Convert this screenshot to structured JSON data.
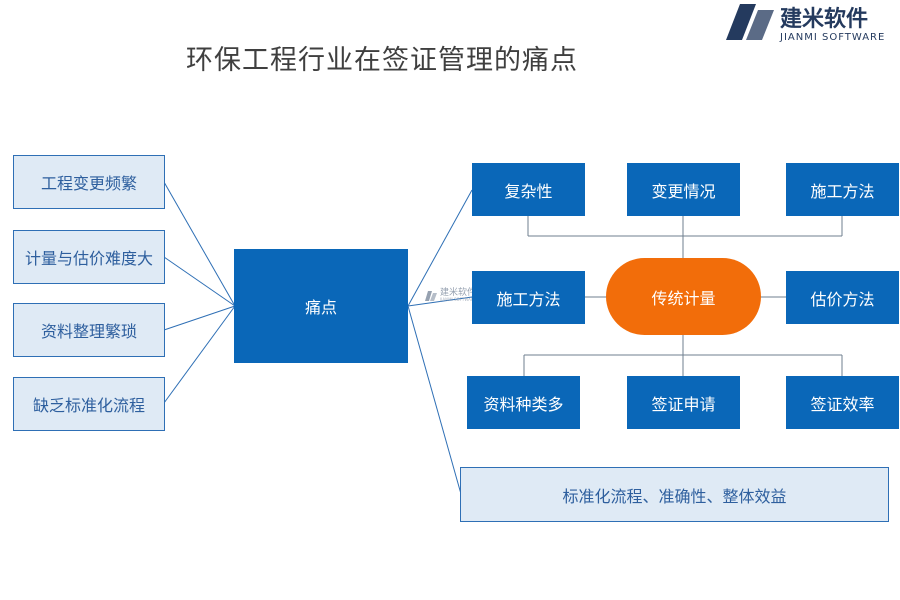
{
  "title": "环保工程行业在签证管理的痛点",
  "logo": {
    "cn": "建米软件",
    "en": "JIANMI SOFTWARE",
    "icon": "jianmi-logo-icon"
  },
  "watermark": {
    "cn": "建米软件",
    "en": "JIANMI SOFTWARE"
  },
  "left_items": [
    "工程变更频繁",
    "计量与估价难度大",
    "资料整理繁琐",
    "缺乏标准化流程"
  ],
  "center": "痛点",
  "right": {
    "top": [
      "复杂性",
      "变更情况",
      "施工方法"
    ],
    "middle_left": "施工方法",
    "oval": "传统计量",
    "middle_right": "估价方法",
    "bottom": [
      "资料种类多",
      "签证申请",
      "签证效率"
    ],
    "footer": "标准化流程、准确性、整体效益"
  },
  "colors": {
    "box_blue": "#0a67b8",
    "light_box": "#dfeaf5",
    "oval_orange": "#f26d0a",
    "line": "#2e6fb5"
  }
}
